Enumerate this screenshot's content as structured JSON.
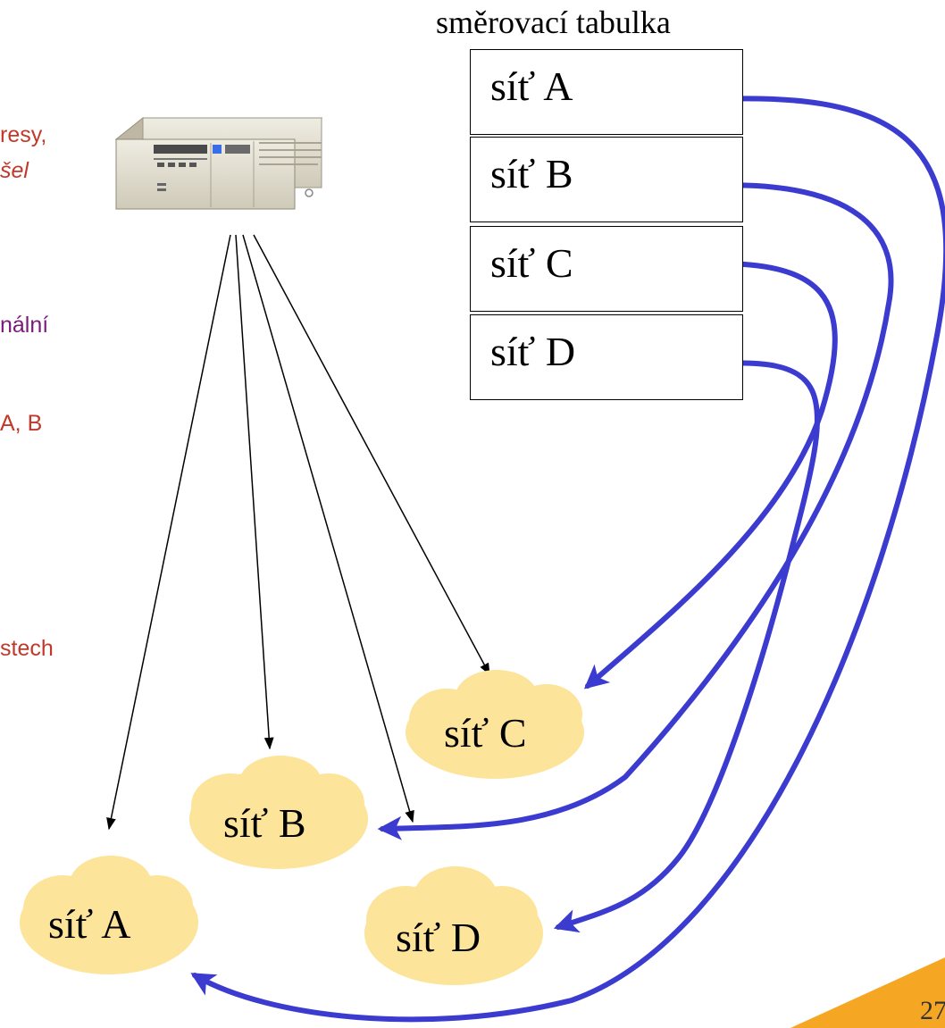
{
  "left_fragments": {
    "line1": "resy,",
    "line2": "šel",
    "line3": "nální",
    "line4": "A, B",
    "line5": "stech"
  },
  "routing_table": {
    "title": "směrovací tabulka",
    "rows": [
      "síť A",
      "síť B",
      "síť C",
      "síť D"
    ]
  },
  "networks": {
    "a": "síť A",
    "b": "síť B",
    "c": "síť C",
    "d": "síť D"
  },
  "page_number": "27",
  "colors": {
    "fragment_text": "#c0392b",
    "fragment_purple": "#7a1a7a",
    "cloud_fill": "#fce49a",
    "route_arrow": "#3b3bd0",
    "corner_triangle": "#f5a623"
  },
  "icons": {
    "router": "router-icon"
  }
}
